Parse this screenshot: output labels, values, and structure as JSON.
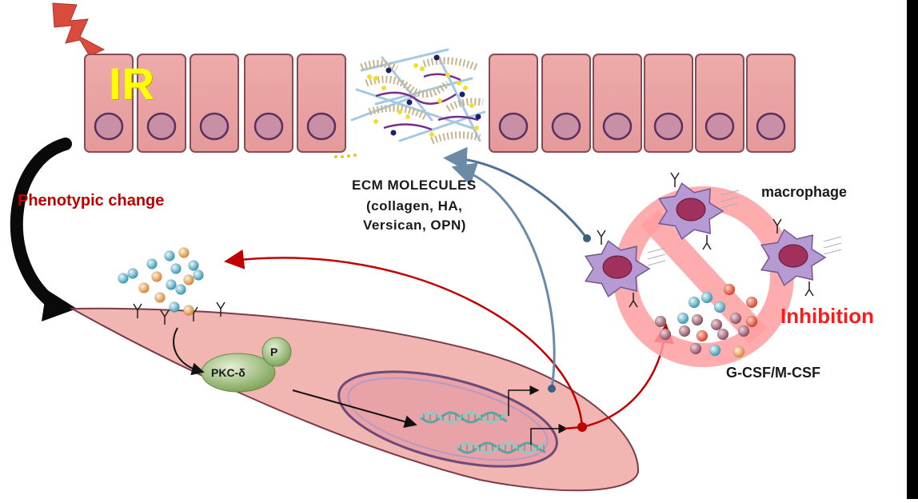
{
  "labels": {
    "ir": "IR",
    "phenotypic_change": "Phenotypic change",
    "ecm_title": "ECM  MOLECULES",
    "ecm_line2": "(collagen,  HA,",
    "ecm_line3": "Versican,  OPN)",
    "macrophage": "macrophage",
    "inhibition": "Inhibition",
    "csf": "G-CSF/M-CSF",
    "pkc": "PKC-δ",
    "phospho": "P"
  },
  "colors": {
    "cell_fill": "#e9a3a3",
    "cell_stroke": "#8a4a56",
    "nucleus_fill": "#c98fa4",
    "fibroblast_fill": "#f2b6b2",
    "ir_text": "#ffff00",
    "lightning": "#d94b3c",
    "red_arrow": "#c00000",
    "blue_arrow": "#4f7396",
    "inhibit_ring": "#ff9ea0",
    "macrophage_body": "#b79ad4",
    "macrophage_nucleus": "#a0305c",
    "pkc_fill": "#8cae68",
    "dna": "#5aa6a0"
  },
  "icons": [
    "lightning-icon",
    "receptor-icon",
    "dna-helix-icon",
    "macrophage-icon",
    "no-sign-icon"
  ]
}
